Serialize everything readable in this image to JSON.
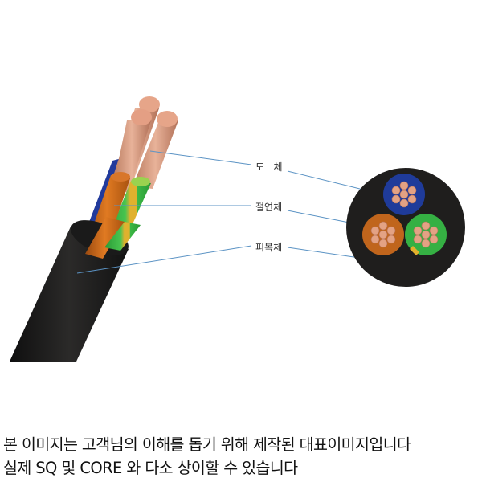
{
  "diagram": {
    "subject": "3-core cable cross-section",
    "labels": [
      {
        "id": "conductor",
        "text": "도   체"
      },
      {
        "id": "insulation",
        "text": "절연체"
      },
      {
        "id": "sheath",
        "text": "피복체"
      }
    ],
    "colors": {
      "leader_line": "#5b93c4",
      "sheath": "#1f1e1d",
      "core_blue": "#1f3b9a",
      "core_brown": "#c0651c",
      "core_green": "#35b043",
      "core_yellow": "#e2b12c",
      "copper": "#e3a284"
    }
  },
  "caption": {
    "line1": "본 이미지는 고객님의 이해를 돕기 위해 제작된 대표이미지입니다",
    "line2": "실제 SQ 및 CORE 와 다소 상이할 수 있습니다"
  }
}
